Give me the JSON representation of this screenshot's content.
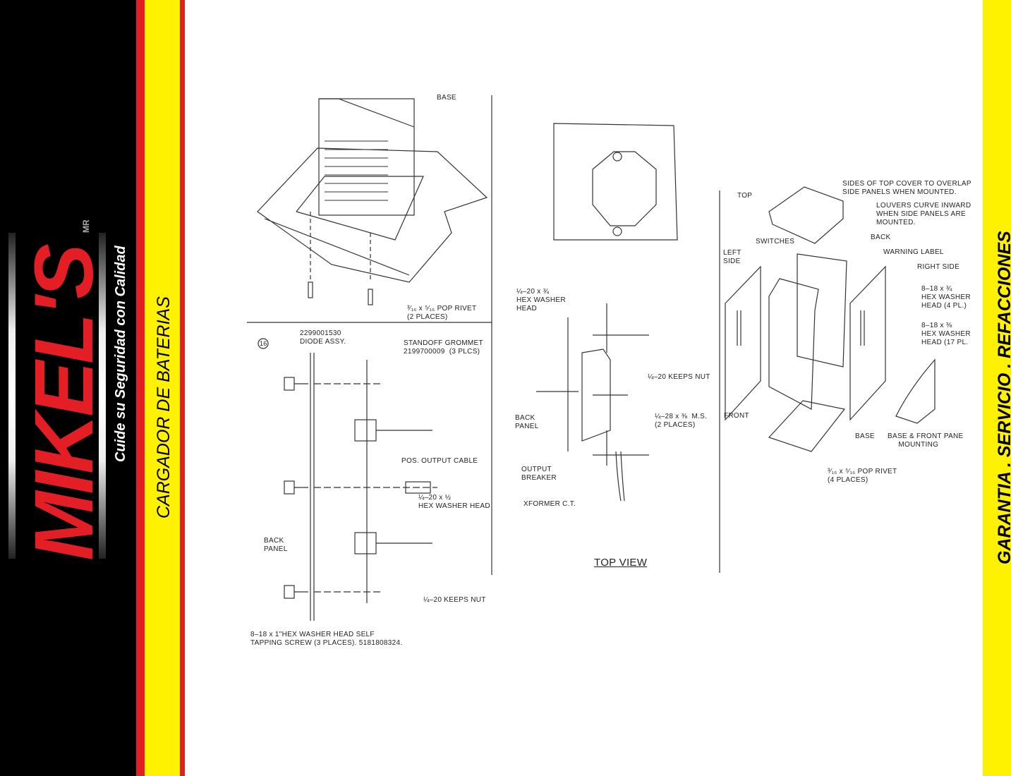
{
  "brand": {
    "logo": "MIKEL'S",
    "mark": "MR",
    "slogan": "Cuide su Seguridad con Calidad",
    "product": "CARGADOR DE BATERIAS",
    "services": "GARANTIA . SERVICIO . REFACCIONES",
    "colors": {
      "red": "#e31e24",
      "yellow": "#fff200",
      "black": "#000000"
    }
  },
  "panel_base": {
    "base": "BASE",
    "rivet": "³⁄₁₆ x ⁵⁄₁₆ POP RIVET\n(2 PLACES)"
  },
  "panel_diode": {
    "number": "16",
    "diode": "2299001530\nDIODE ASSY.",
    "grommet": "STANDOFF GROMMET\n2199700009  (3 PLCS)",
    "cable": "POS. OUTPUT CABLE",
    "hex": "¼–20 x ½\nHEX WASHER HEAD",
    "back": "BACK\nPANEL",
    "nut": "¼–20 KEEPS NUT",
    "screw": "8–18 x 1\"HEX WASHER HEAD SELF\nTAPPING SCREW (3 PLACES). 5181808324."
  },
  "panel_top": {
    "hex": "¼–20 x ¾\nHEX WASHER\nHEAD",
    "nut": "¼–20 KEEPS NUT",
    "back": "BACK\nPANEL",
    "ms": "¼–28 x ⅜  M.S.\n(2 PLACES)",
    "breaker": "OUTPUT\nBREAKER",
    "xformer": "XFORMER C.T.",
    "title": "TOP VIEW"
  },
  "panel_cabinet": {
    "top": "TOP",
    "note1": "SIDES OF TOP COVER TO OVERLAP\nSIDE PANELS WHEN MOUNTED.",
    "note2": "LOUVERS CURVE INWARD\nWHEN SIDE PANELS ARE\nMOUNTED.",
    "switches": "SWITCHES",
    "back": "BACK",
    "left": "LEFT\nSIDE",
    "warning": "WARNING LABEL",
    "right": "RIGHT SIDE",
    "hex4": "8–18 x ¾\nHEX WASHER\nHEAD (4 PL.)",
    "hex17": "8–18 x ⅜\nHEX WASHER\nHEAD (17 PL.",
    "front": "FRONT",
    "base": "BASE",
    "mounting": "BASE & FRONT PANE\n     MOUNTING",
    "rivet": "³⁄₁₆ x ⁵⁄₁₆ POP RIVET\n(4 PLACES)"
  }
}
